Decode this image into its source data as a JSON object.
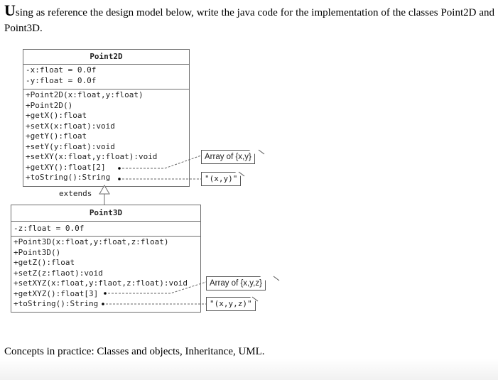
{
  "intro": {
    "dropcap": "U",
    "text": "sing as reference the design model below, write the java code for the implementation of the classes Point2D and Point3D."
  },
  "point2d": {
    "name": "Point2D",
    "attributes": [
      "-x:float = 0.0f",
      "-y:float = 0.0f"
    ],
    "methods": [
      "+Point2D(x:float,y:float)",
      "+Point2D()",
      "+getX():float",
      "+setX(x:float):void",
      "+getY():float",
      "+setY(y:float):void",
      "+setXY(x:float,y:float):void",
      "+getXY():float[2]",
      "+toString():String"
    ],
    "notes": {
      "getxy": "Array of {x,y}",
      "tostring": "\"(x,y)\""
    }
  },
  "relationship": {
    "label": "extends"
  },
  "point3d": {
    "name": "Point3D",
    "attributes": [
      "-z:float = 0.0f"
    ],
    "methods": [
      "+Point3D(x:float,y:float,z:float)",
      "+Point3D()",
      "+getZ():float",
      "+setZ(z:flaot):void",
      "+setXYZ(x:float,y:flaot,z:float):void",
      "+getXYZ():float[3]",
      "+toString():String"
    ],
    "notes": {
      "getxyz": "Array of {x,y,z}",
      "tostring": "\"(x,y,z)\""
    }
  },
  "footer": {
    "text": "Concepts in practice: Classes and objects, Inheritance, UML."
  }
}
